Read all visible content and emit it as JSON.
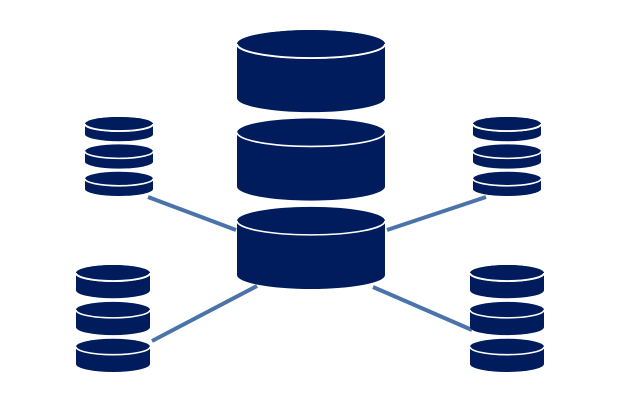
{
  "colors": {
    "database_fill": "#001c5c",
    "separator": "#ffffff",
    "connector": "#4a73aa",
    "background": "#ffffff"
  },
  "icons": {
    "central": "central-database-icon",
    "satellite": "database-icon"
  },
  "diagram": {
    "central_node": {
      "tiers": 3
    },
    "satellite_nodes": [
      {
        "position": "top-left",
        "tiers": 3
      },
      {
        "position": "top-right",
        "tiers": 3
      },
      {
        "position": "bottom-left",
        "tiers": 3
      },
      {
        "position": "bottom-right",
        "tiers": 3
      }
    ]
  }
}
